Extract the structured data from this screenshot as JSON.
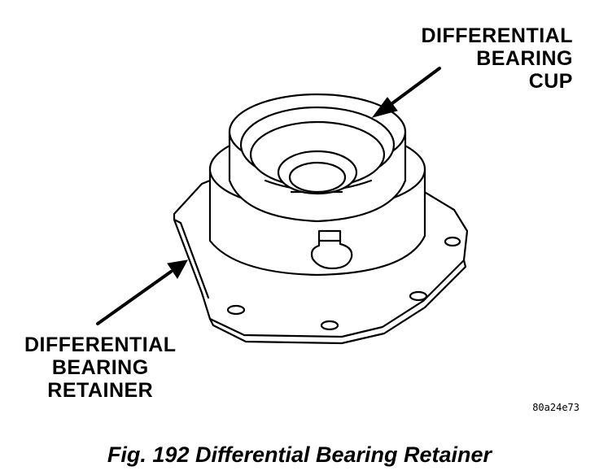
{
  "labels": {
    "cup": [
      "DIFFERENTIAL",
      "BEARING",
      "CUP"
    ],
    "retainer": [
      "DIFFERENTIAL",
      "BEARING",
      "RETAINER"
    ]
  },
  "figure_code": "80a24e73",
  "caption": "Fig. 192 Differential Bearing Retainer",
  "colors": {
    "ink": "#000000",
    "paper": "#ffffff"
  }
}
